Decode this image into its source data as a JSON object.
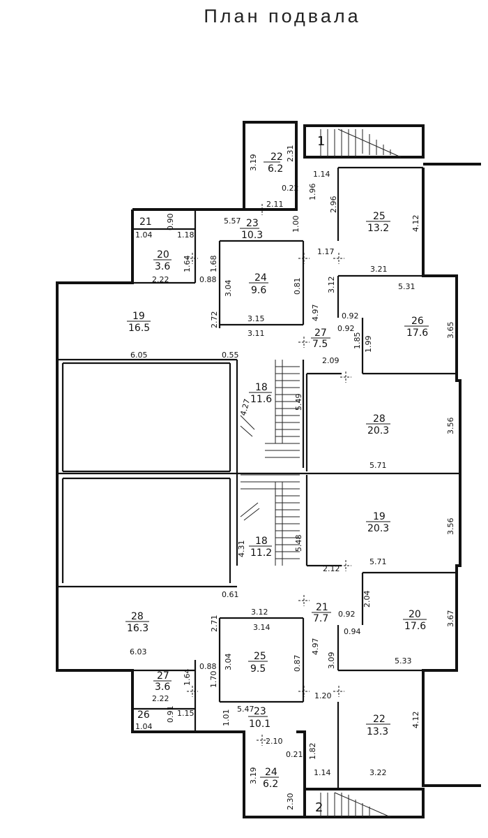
{
  "title": "План подвала",
  "rooms": [
    {
      "no": "22",
      "area": "6.2"
    },
    {
      "no": "21",
      "area": ""
    },
    {
      "no": "23",
      "area": "10.3"
    },
    {
      "no": "20",
      "area": "3.6"
    },
    {
      "no": "25",
      "area": "13.2"
    },
    {
      "no": "24",
      "area": "9.6"
    },
    {
      "no": "26",
      "area": "17.6"
    },
    {
      "no": "19",
      "area": "16.5"
    },
    {
      "no": "27",
      "area": "7.5"
    },
    {
      "no": "18",
      "area": "11.6"
    },
    {
      "no": "28",
      "area": "20.3"
    },
    {
      "no": "19",
      "area": "20.3"
    },
    {
      "no": "18",
      "area": "11.2"
    },
    {
      "no": "21",
      "area": "7.7"
    },
    {
      "no": "20",
      "area": "17.6"
    },
    {
      "no": "28",
      "area": "16.3"
    },
    {
      "no": "25",
      "area": "9.5"
    },
    {
      "no": "27",
      "area": "3.6"
    },
    {
      "no": "26",
      "area": ""
    },
    {
      "no": "23",
      "area": "10.1"
    },
    {
      "no": "22",
      "area": "13.3"
    },
    {
      "no": "24",
      "area": "6.2"
    }
  ],
  "stair_labels": [
    "1",
    "2"
  ],
  "dimensions": [
    "3.19",
    "2.31",
    "0.22",
    "2.11",
    "1.14",
    "1.96",
    "2.96",
    "0.90",
    "1.18",
    "1.04",
    "5.57",
    "1.00",
    "4.12",
    "1.17",
    "1.64",
    "1.68",
    "3.21",
    "2.22",
    "0.88",
    "3.04",
    "0.81",
    "3.12",
    "5.31",
    "2.72",
    "3.15",
    "4.97",
    "0.92",
    "0.92",
    "3.65",
    "3.11",
    "1.85",
    "1.99",
    "6.05",
    "0.55",
    "2.09",
    "4.27",
    "5.49",
    "3.56",
    "5.71",
    "4.31",
    "5.48",
    "3.56",
    "5.71",
    "2.12",
    "2.04",
    "0.61",
    "3.12",
    "0.92",
    "3.67",
    "2.71",
    "3.14",
    "0.94",
    "6.03",
    "4.97",
    "3.04",
    "0.87",
    "3.09",
    "5.33",
    "0.88",
    "1.64",
    "1.70",
    "1.20",
    "2.22",
    "0.91",
    "1.15",
    "5.47",
    "1.01",
    "1.04",
    "4.12",
    "2.10",
    "0.21",
    "1.82",
    "3.19",
    "1.14",
    "3.22",
    "2.30"
  ]
}
